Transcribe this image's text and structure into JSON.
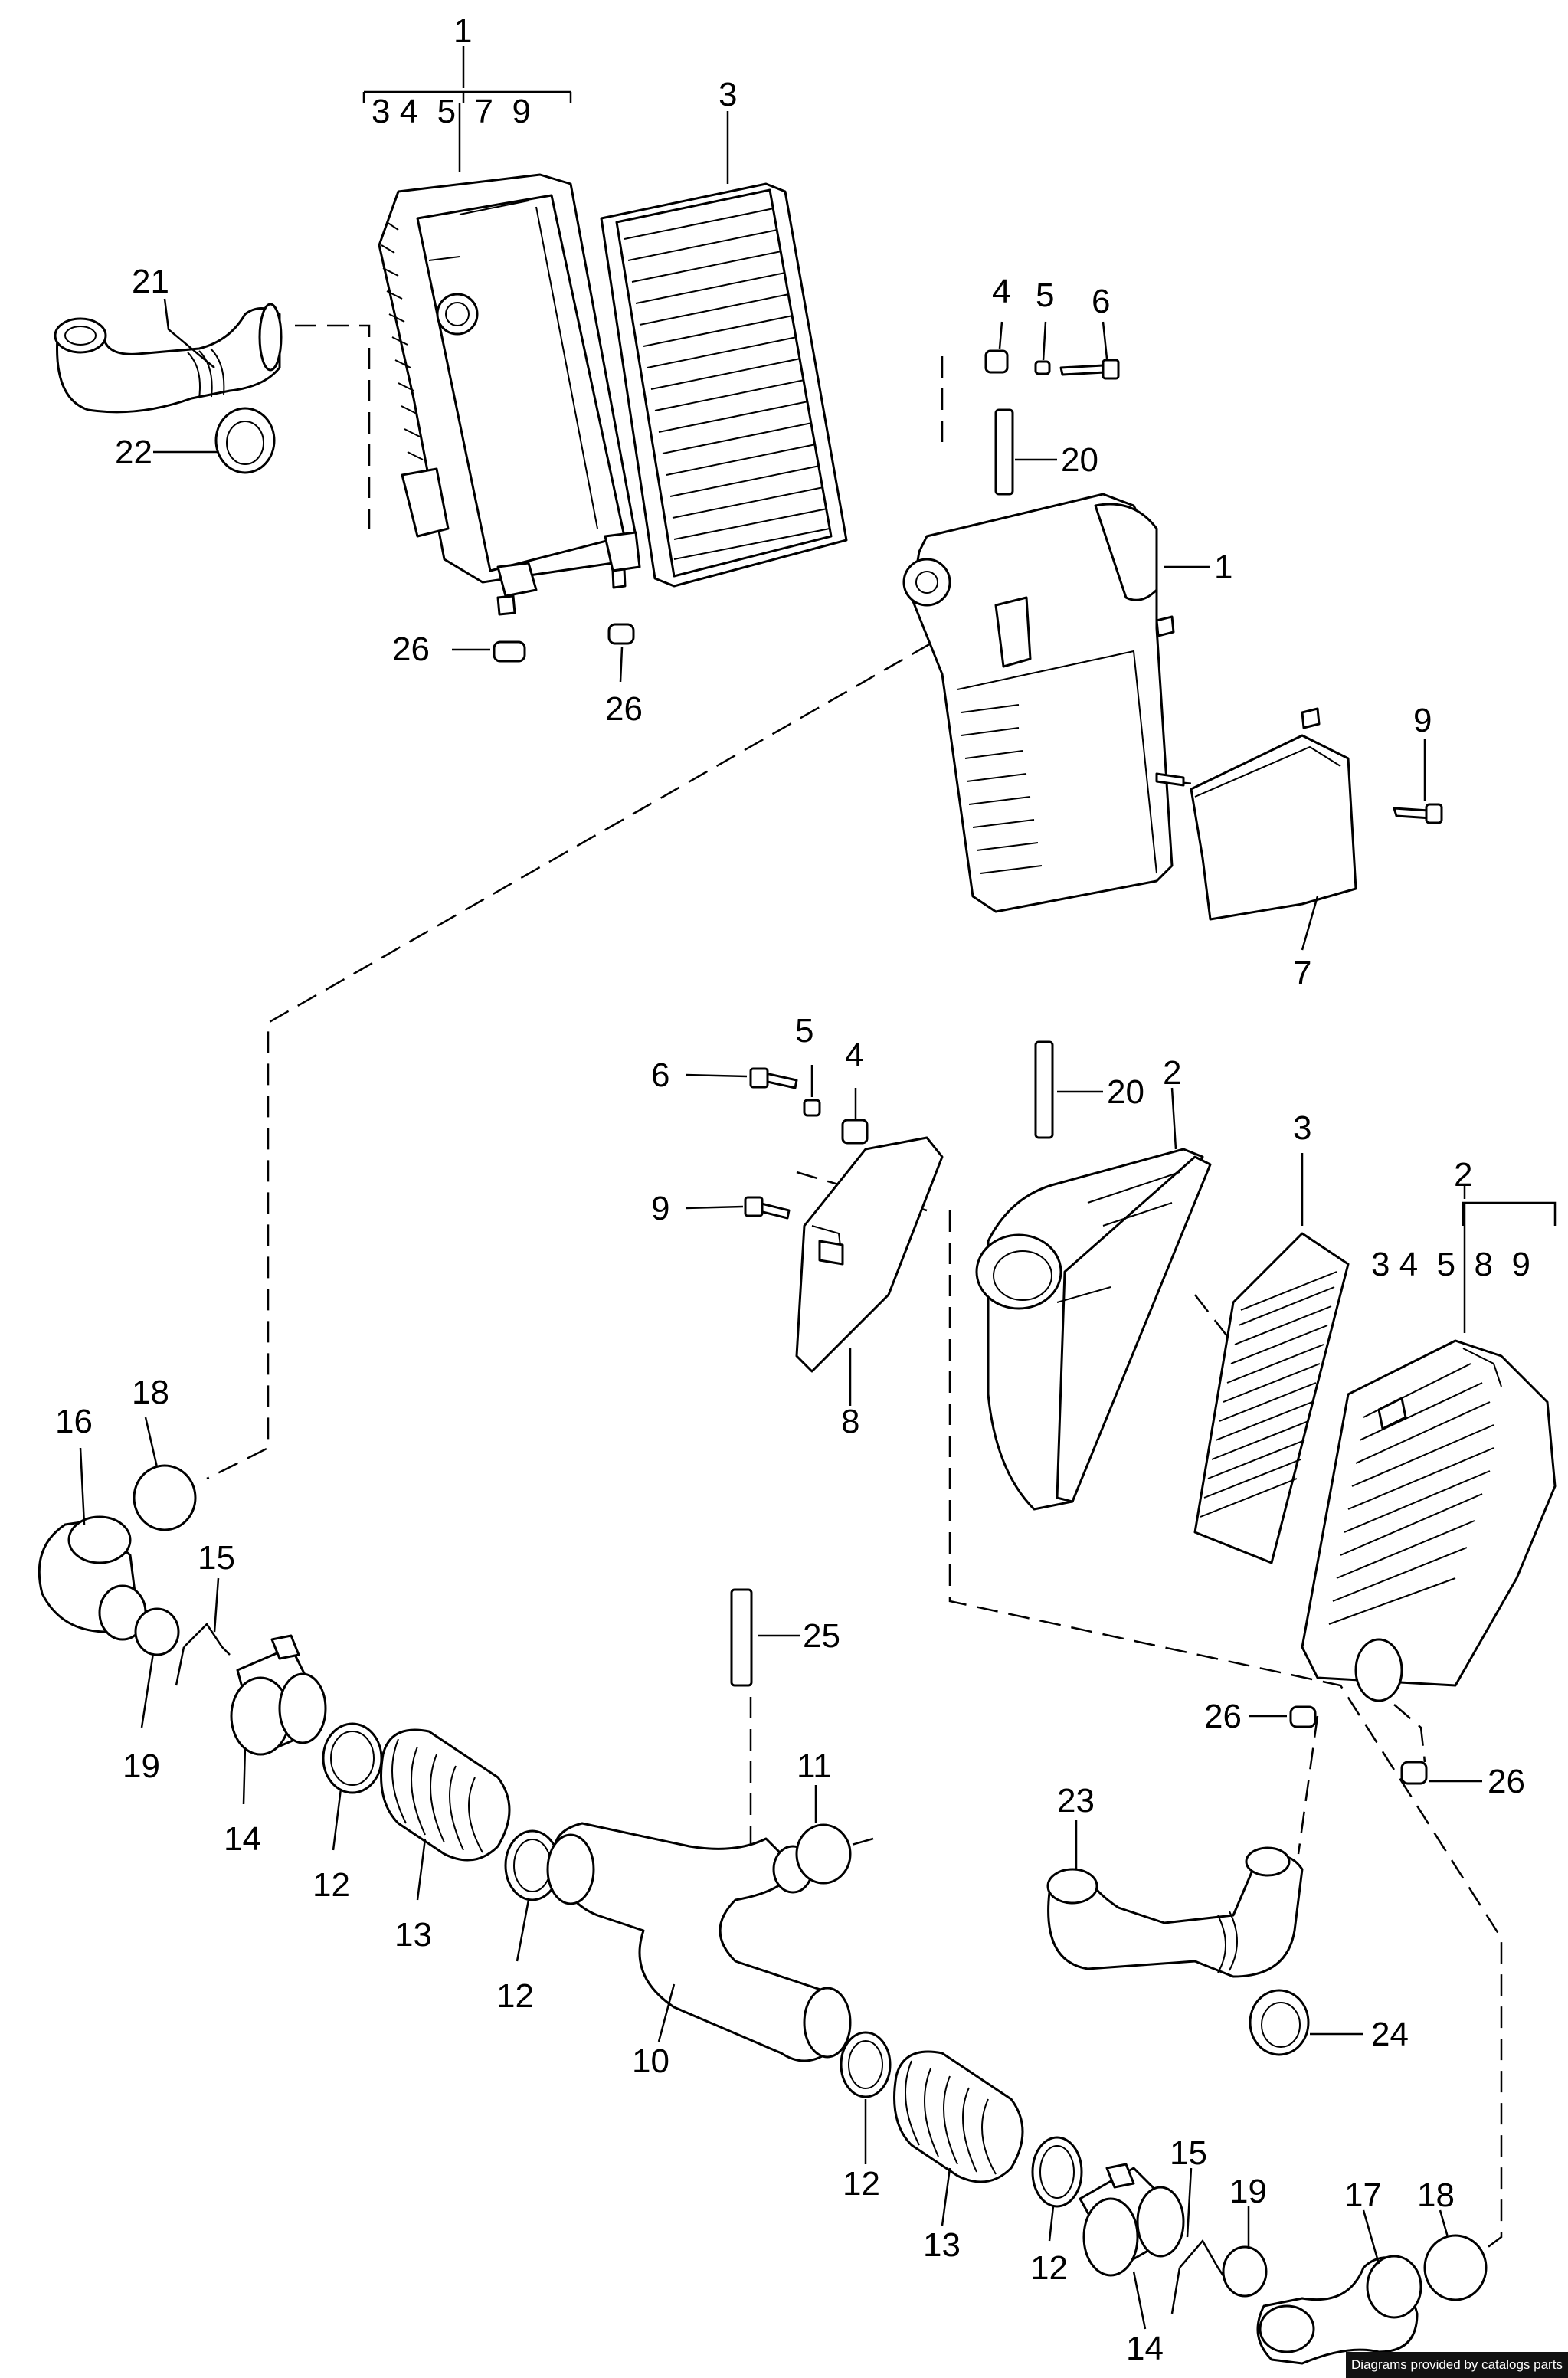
{
  "callouts": {
    "c1_top": "1",
    "c1_group": "3 4  5  7  9",
    "c3_top": "3",
    "c21": "21",
    "c22": "22",
    "c26_a": "26",
    "c26_b": "26",
    "c4_a": "4",
    "c5_a": "5",
    "c6_a": "6",
    "c20_a": "20",
    "c1_right": "1",
    "c9_a": "9",
    "c7": "7",
    "c6_b": "6",
    "c5_b": "5",
    "c4_b": "4",
    "c9_b": "9",
    "c8": "8",
    "c20_b": "20",
    "c2_a": "2",
    "c3_b": "3",
    "c2_b": "2",
    "c2_group": "3 4  5  8  9",
    "c26_c": "26",
    "c26_d": "26",
    "c16": "16",
    "c18_a": "18",
    "c15_a": "15",
    "c19_a": "19",
    "c14_a": "14",
    "c12_a": "12",
    "c13_a": "13",
    "c12_b": "12",
    "c10": "10",
    "c25": "25",
    "c11": "11",
    "c23": "23",
    "c24": "24",
    "c12_c": "12",
    "c13_b": "13",
    "c12_d": "12",
    "c14_b": "14",
    "c15_b": "15",
    "c19_b": "19",
    "c17": "17",
    "c18_b": "18"
  },
  "credit": "Diagrams provided by catalogs parts"
}
